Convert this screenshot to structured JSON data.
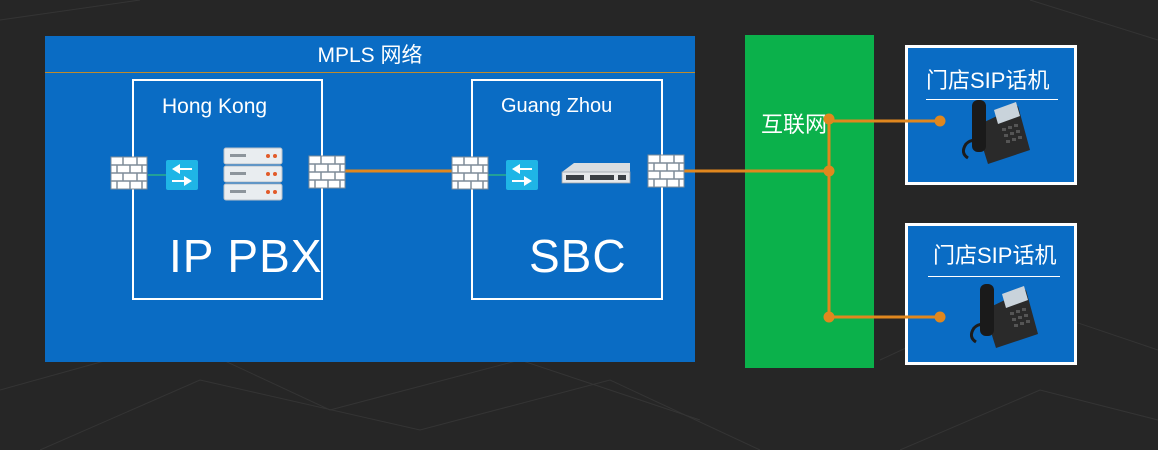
{
  "mpls": {
    "title": "MPLS 网络"
  },
  "hong_kong": {
    "name": "Hong Kong",
    "role": "IP PBX"
  },
  "guang_zhou": {
    "name": "Guang Zhou",
    "role": "SBC"
  },
  "internet": {
    "label": "互联网"
  },
  "phones": [
    {
      "label": "门店SIP话机"
    },
    {
      "label": "门店SIP话机"
    }
  ],
  "colors": {
    "background": "#262626",
    "mpls_blue": "#0a6cc4",
    "internet_green": "#0bb14b",
    "link_orange": "#e0871e"
  }
}
